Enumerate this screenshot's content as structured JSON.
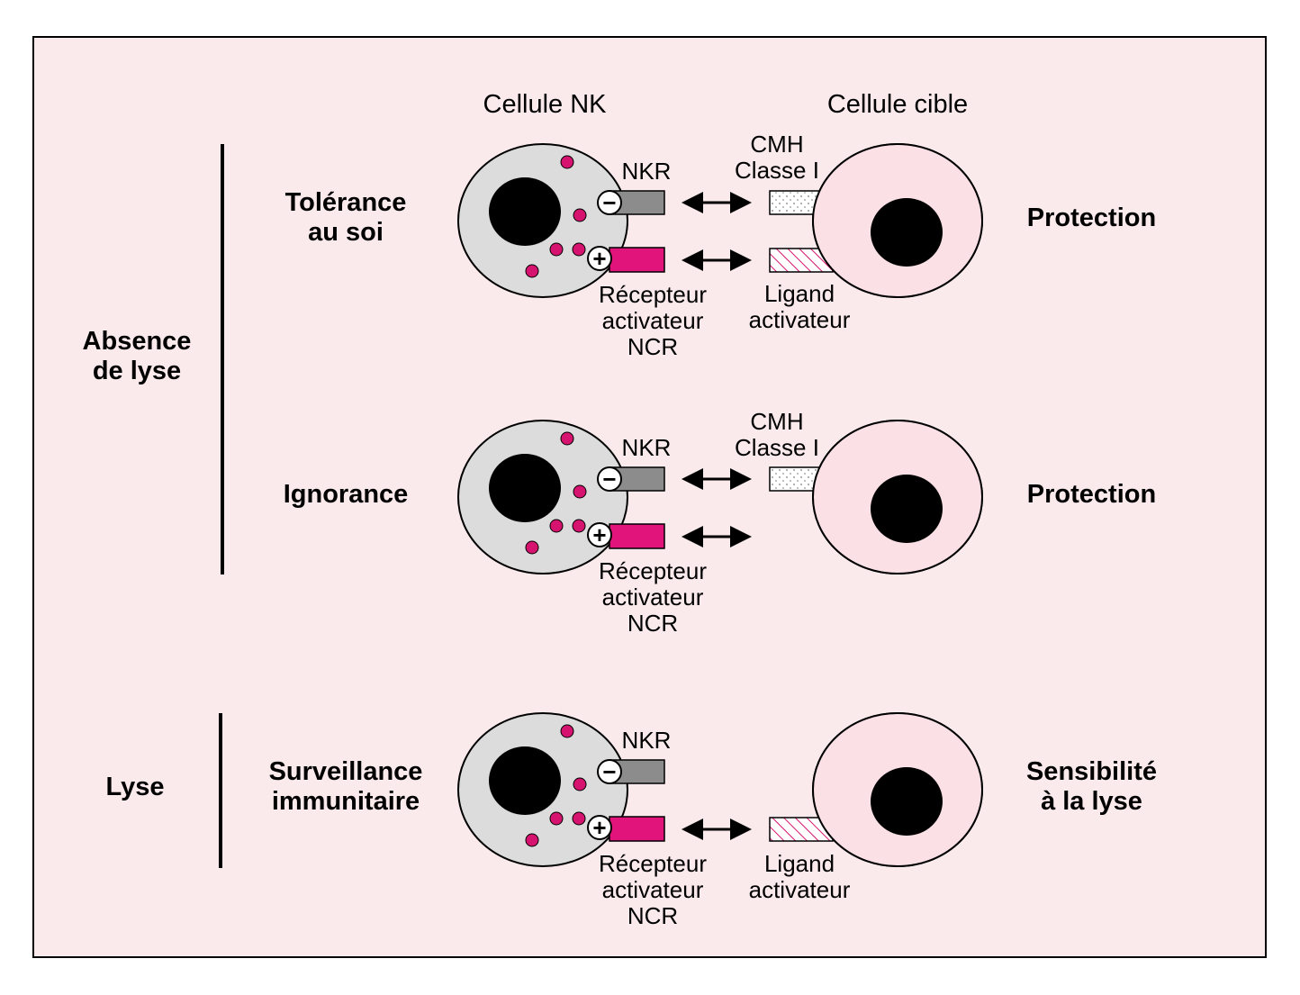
{
  "colors": {
    "background": "#fbeaec",
    "nk_cell_fill": "#dcdcdc",
    "target_cell_fill": "#fbe0e6",
    "granule": "#d6136e",
    "activating_receptor": "#e0147a",
    "inhibitory_receptor": "#8c8c8c",
    "nucleus": "#000000"
  },
  "headers": {
    "nk_cell": "Cellule NK",
    "target_cell": "Cellule cible"
  },
  "groups": {
    "no_lysis": "Absence\nde lyse",
    "lysis": "Lyse"
  },
  "rows": [
    {
      "situation": "Tolérance\nau soi",
      "outcome": "Protection",
      "nkr_label": "NKR",
      "mhc_label": "CMH\nClasse I",
      "activating_receptor_label": "Récepteur\nactivateur\nNCR",
      "ligand_label": "Ligand\nactivateur",
      "inhibitory_sign": "−",
      "activating_sign": "+"
    },
    {
      "situation": "Ignorance",
      "outcome": "Protection",
      "nkr_label": "NKR",
      "mhc_label": "CMH\nClasse I",
      "activating_receptor_label": "Récepteur\nactivateur\nNCR",
      "inhibitory_sign": "−",
      "activating_sign": "+"
    },
    {
      "situation": "Surveillance\nimmunitaire",
      "outcome": "Sensibilité\nà la lyse",
      "nkr_label": "NKR",
      "activating_receptor_label": "Récepteur\nactivateur\nNCR",
      "ligand_label": "Ligand\nactivateur",
      "inhibitory_sign": "−",
      "activating_sign": "+"
    }
  ]
}
